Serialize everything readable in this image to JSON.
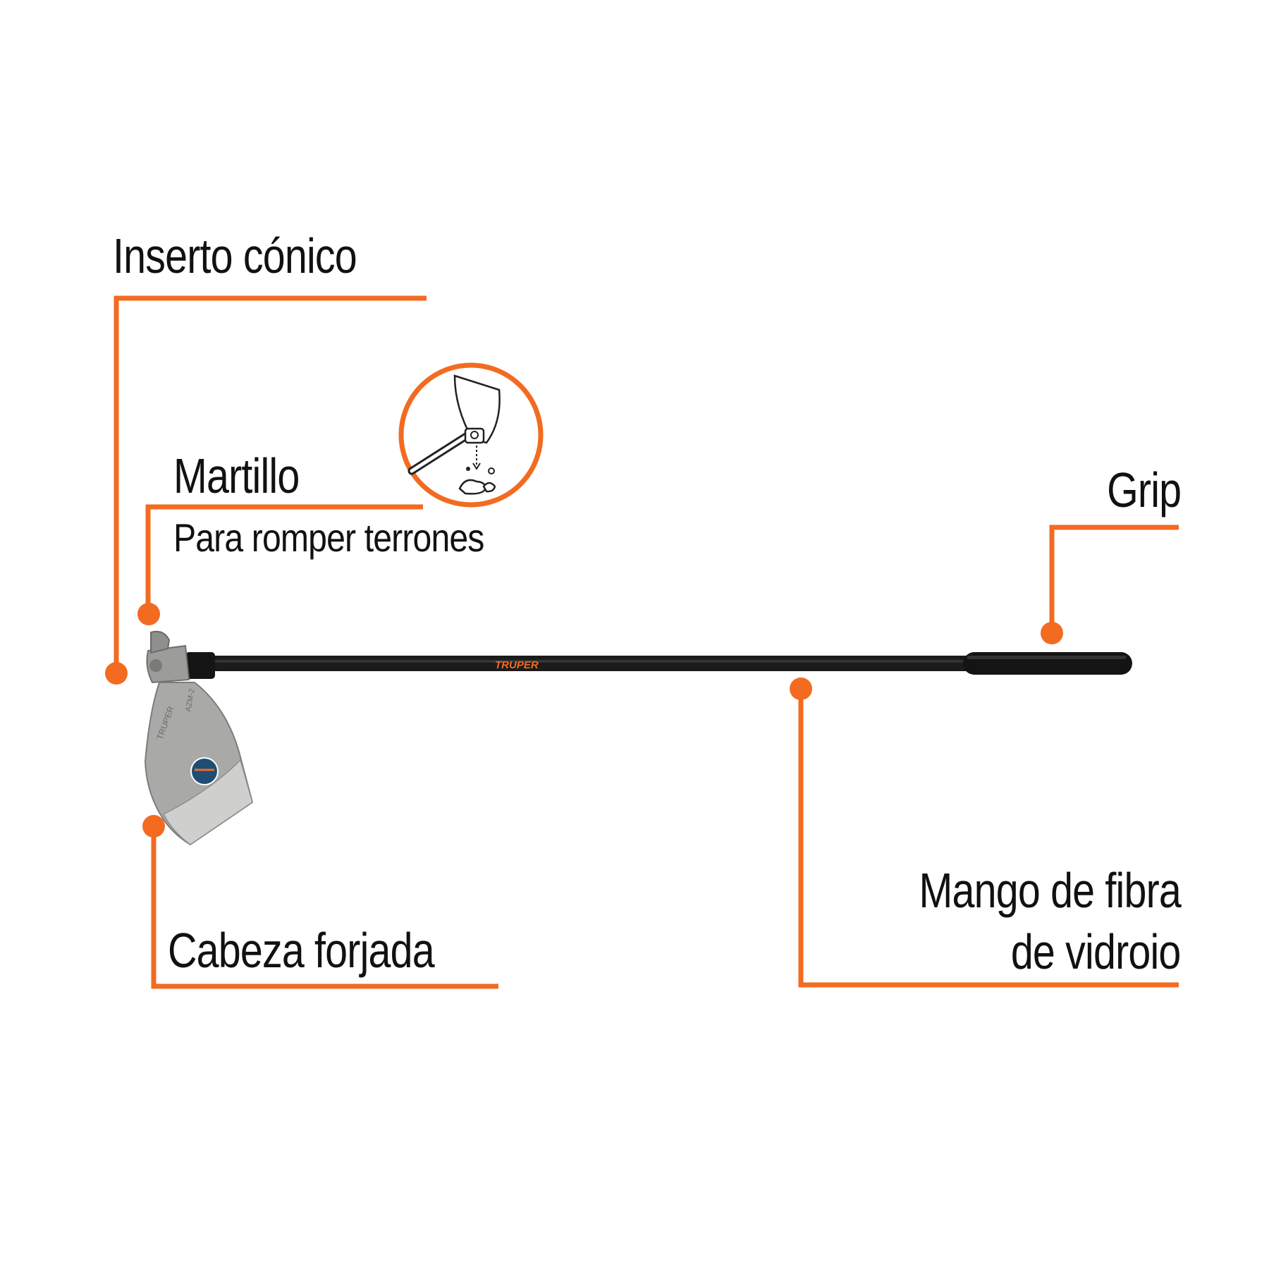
{
  "callouts": {
    "inserto": "Inserto cónico",
    "martillo": "Martillo",
    "martillo_sub": "Para romper terrones",
    "grip": "Grip",
    "cabeza": "Cabeza forjada",
    "mango_line1": "Mango de fibra",
    "mango_line2": "de vidroio"
  },
  "brand": {
    "handle_text": "TRUPER"
  },
  "colors": {
    "accent": "#f26b21",
    "text": "#111111",
    "handle": "#1b1b1b",
    "steel": "#a9aaa8"
  }
}
